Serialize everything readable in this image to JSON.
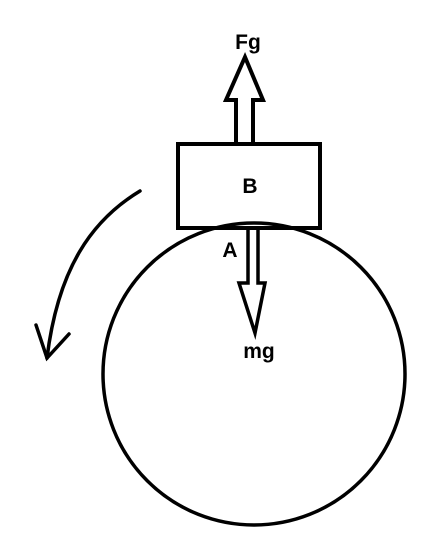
{
  "labels": {
    "force_up": "Fg",
    "block": "B",
    "contact_point": "A",
    "force_down": "mg"
  },
  "colors": {
    "ink": "#000000",
    "background": "#ffffff"
  },
  "icons": {
    "rotation": "curved-arrow-icon"
  }
}
